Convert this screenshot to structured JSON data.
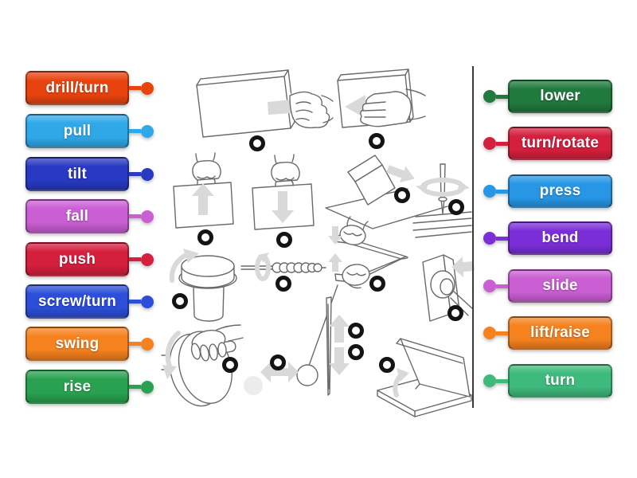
{
  "labels": {
    "left": [
      {
        "text": "drill/turn",
        "color": "#e8430f"
      },
      {
        "text": "pull",
        "color": "#2fa8e8"
      },
      {
        "text": "tilt",
        "color": "#2839c2"
      },
      {
        "text": "fall",
        "color": "#ca5ed3"
      },
      {
        "text": "push",
        "color": "#d41f3d"
      },
      {
        "text": "screw/turn",
        "color": "#2c4ed8"
      },
      {
        "text": "swing",
        "color": "#f5821f"
      },
      {
        "text": "rise",
        "color": "#2aa150"
      }
    ],
    "right": [
      {
        "text": "lower",
        "color": "#20793d"
      },
      {
        "text": "turn/rotate",
        "color": "#d41f3d"
      },
      {
        "text": "press",
        "color": "#2797e5"
      },
      {
        "text": "bend",
        "color": "#7b2ed8"
      },
      {
        "text": "slide",
        "color": "#ca5ed3"
      },
      {
        "text": "lift/raise",
        "color": "#f5821f"
      },
      {
        "text": "turn",
        "color": "#3eba7d"
      }
    ]
  },
  "divider_color": "#3a3a3a",
  "drop_target_color": "#141414"
}
